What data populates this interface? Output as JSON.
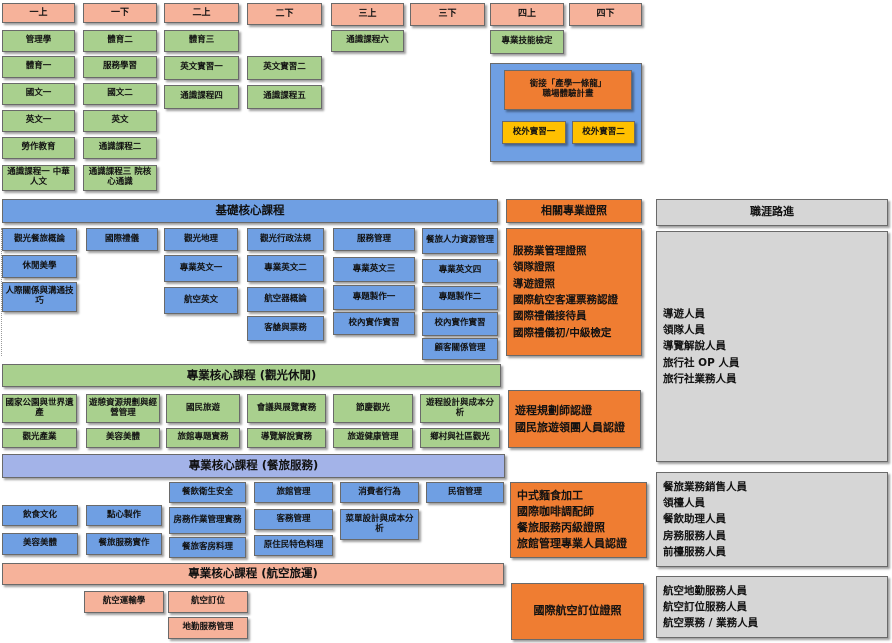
{
  "semesters": [
    "一上",
    "一下",
    "二上",
    "二下",
    "三上",
    "三下",
    "四上",
    "四下"
  ],
  "year1": {
    "up": [
      "管理學",
      "體育一",
      "國文一",
      "英文一",
      "勞作教育",
      "通識課程一 中華人文"
    ],
    "down": [
      "體育二",
      "服務學習",
      "國文二",
      "英文",
      "通識課程二",
      "通識課程三 院核心通識"
    ]
  },
  "year2": {
    "up": [
      "體育三",
      "英文實習一",
      "通識課程四"
    ],
    "down": [
      "英文實習二",
      "通識課程五"
    ]
  },
  "year3": {
    "up": [
      "通識課程六"
    ]
  },
  "year4": {
    "up": [
      "專業技能檢定"
    ],
    "program": "銜接「產學一條龍」",
    "program_sub": "職場體驗計畫",
    "intern": [
      "校外實習一",
      "校外實習二"
    ]
  },
  "foundation": {
    "header": "基礎核心課程",
    "col1": [
      "觀光餐旅概論",
      "休閒美學",
      "人際關係與溝通技巧"
    ],
    "col2": [
      "國際禮儀"
    ],
    "col3": [
      "觀光地理",
      "專業英文一",
      "航空英文"
    ],
    "col4": [
      "觀光行政法規",
      "專業英文二",
      "航空器概論",
      "客艙與票務"
    ],
    "col5": [
      "服務管理",
      "專業英文三",
      "專題製作一",
      "校內實作實習"
    ],
    "col6": [
      "餐旅人力資源管理",
      "專業英文四",
      "專題製作二",
      "校內實作實習",
      "顧客關係管理"
    ]
  },
  "certs_related": {
    "header": "相關專業證照",
    "items": [
      "服務業管理證照",
      "領隊證照",
      "導遊證照",
      "國際航空客運票務認證",
      "國際禮儀接待員",
      "國際禮儀初/中級檢定"
    ]
  },
  "career": {
    "header": "職涯路進",
    "group1": [
      "導遊人員",
      "領隊人員",
      "導覽解說人員",
      "旅行社 OP 人員",
      "旅行社業務人員"
    ],
    "group2": [
      "餐旅業務銷售人員",
      "領檯人員",
      "餐飲助理人員",
      "房務服務人員",
      "前檯服務人員"
    ],
    "group3": [
      "航空地勤服務人員",
      "航空訂位服務人員",
      "航空票務 / 業務人員"
    ]
  },
  "tourism": {
    "header": "專業核心課程 (觀光休閒)",
    "row1": [
      "國家公園與世界遺產",
      "遊憩資源規劃與經營管理",
      "國民旅遊",
      "會議與展覽實務",
      "節慶觀光",
      "遊程設計與成本分析"
    ],
    "row2": [
      "觀光產業",
      "美容美體",
      "旅館專題實務",
      "導覽解說實務",
      "旅遊健康管理",
      "鄉村與社區觀光"
    ],
    "certs": [
      "遊程規劃師認證",
      "國民旅遊領團人員認證"
    ]
  },
  "hospitality": {
    "header": "專業核心課程 (餐旅服務)",
    "items": [
      "餐飲衛生安全",
      "旅館管理",
      "消費者行為",
      "民宿管理",
      "飲食文化",
      "點心製作",
      "房務作業管理實務",
      "客務管理",
      "菜單設計與成本分析",
      "美容美體",
      "餐旅服務實作",
      "餐旅客房料理",
      "原住民特色料理"
    ],
    "certs": [
      "中式麵食加工",
      "國際咖啡調配師",
      "餐旅服務丙級證照",
      "旅館管理專業人員認證"
    ]
  },
  "aviation": {
    "header": "專業核心課程 (航空旅運)",
    "items": [
      "航空運輸學",
      "航空訂位",
      "地勤服務管理"
    ],
    "certs": [
      "國際航空訂位證照"
    ]
  }
}
